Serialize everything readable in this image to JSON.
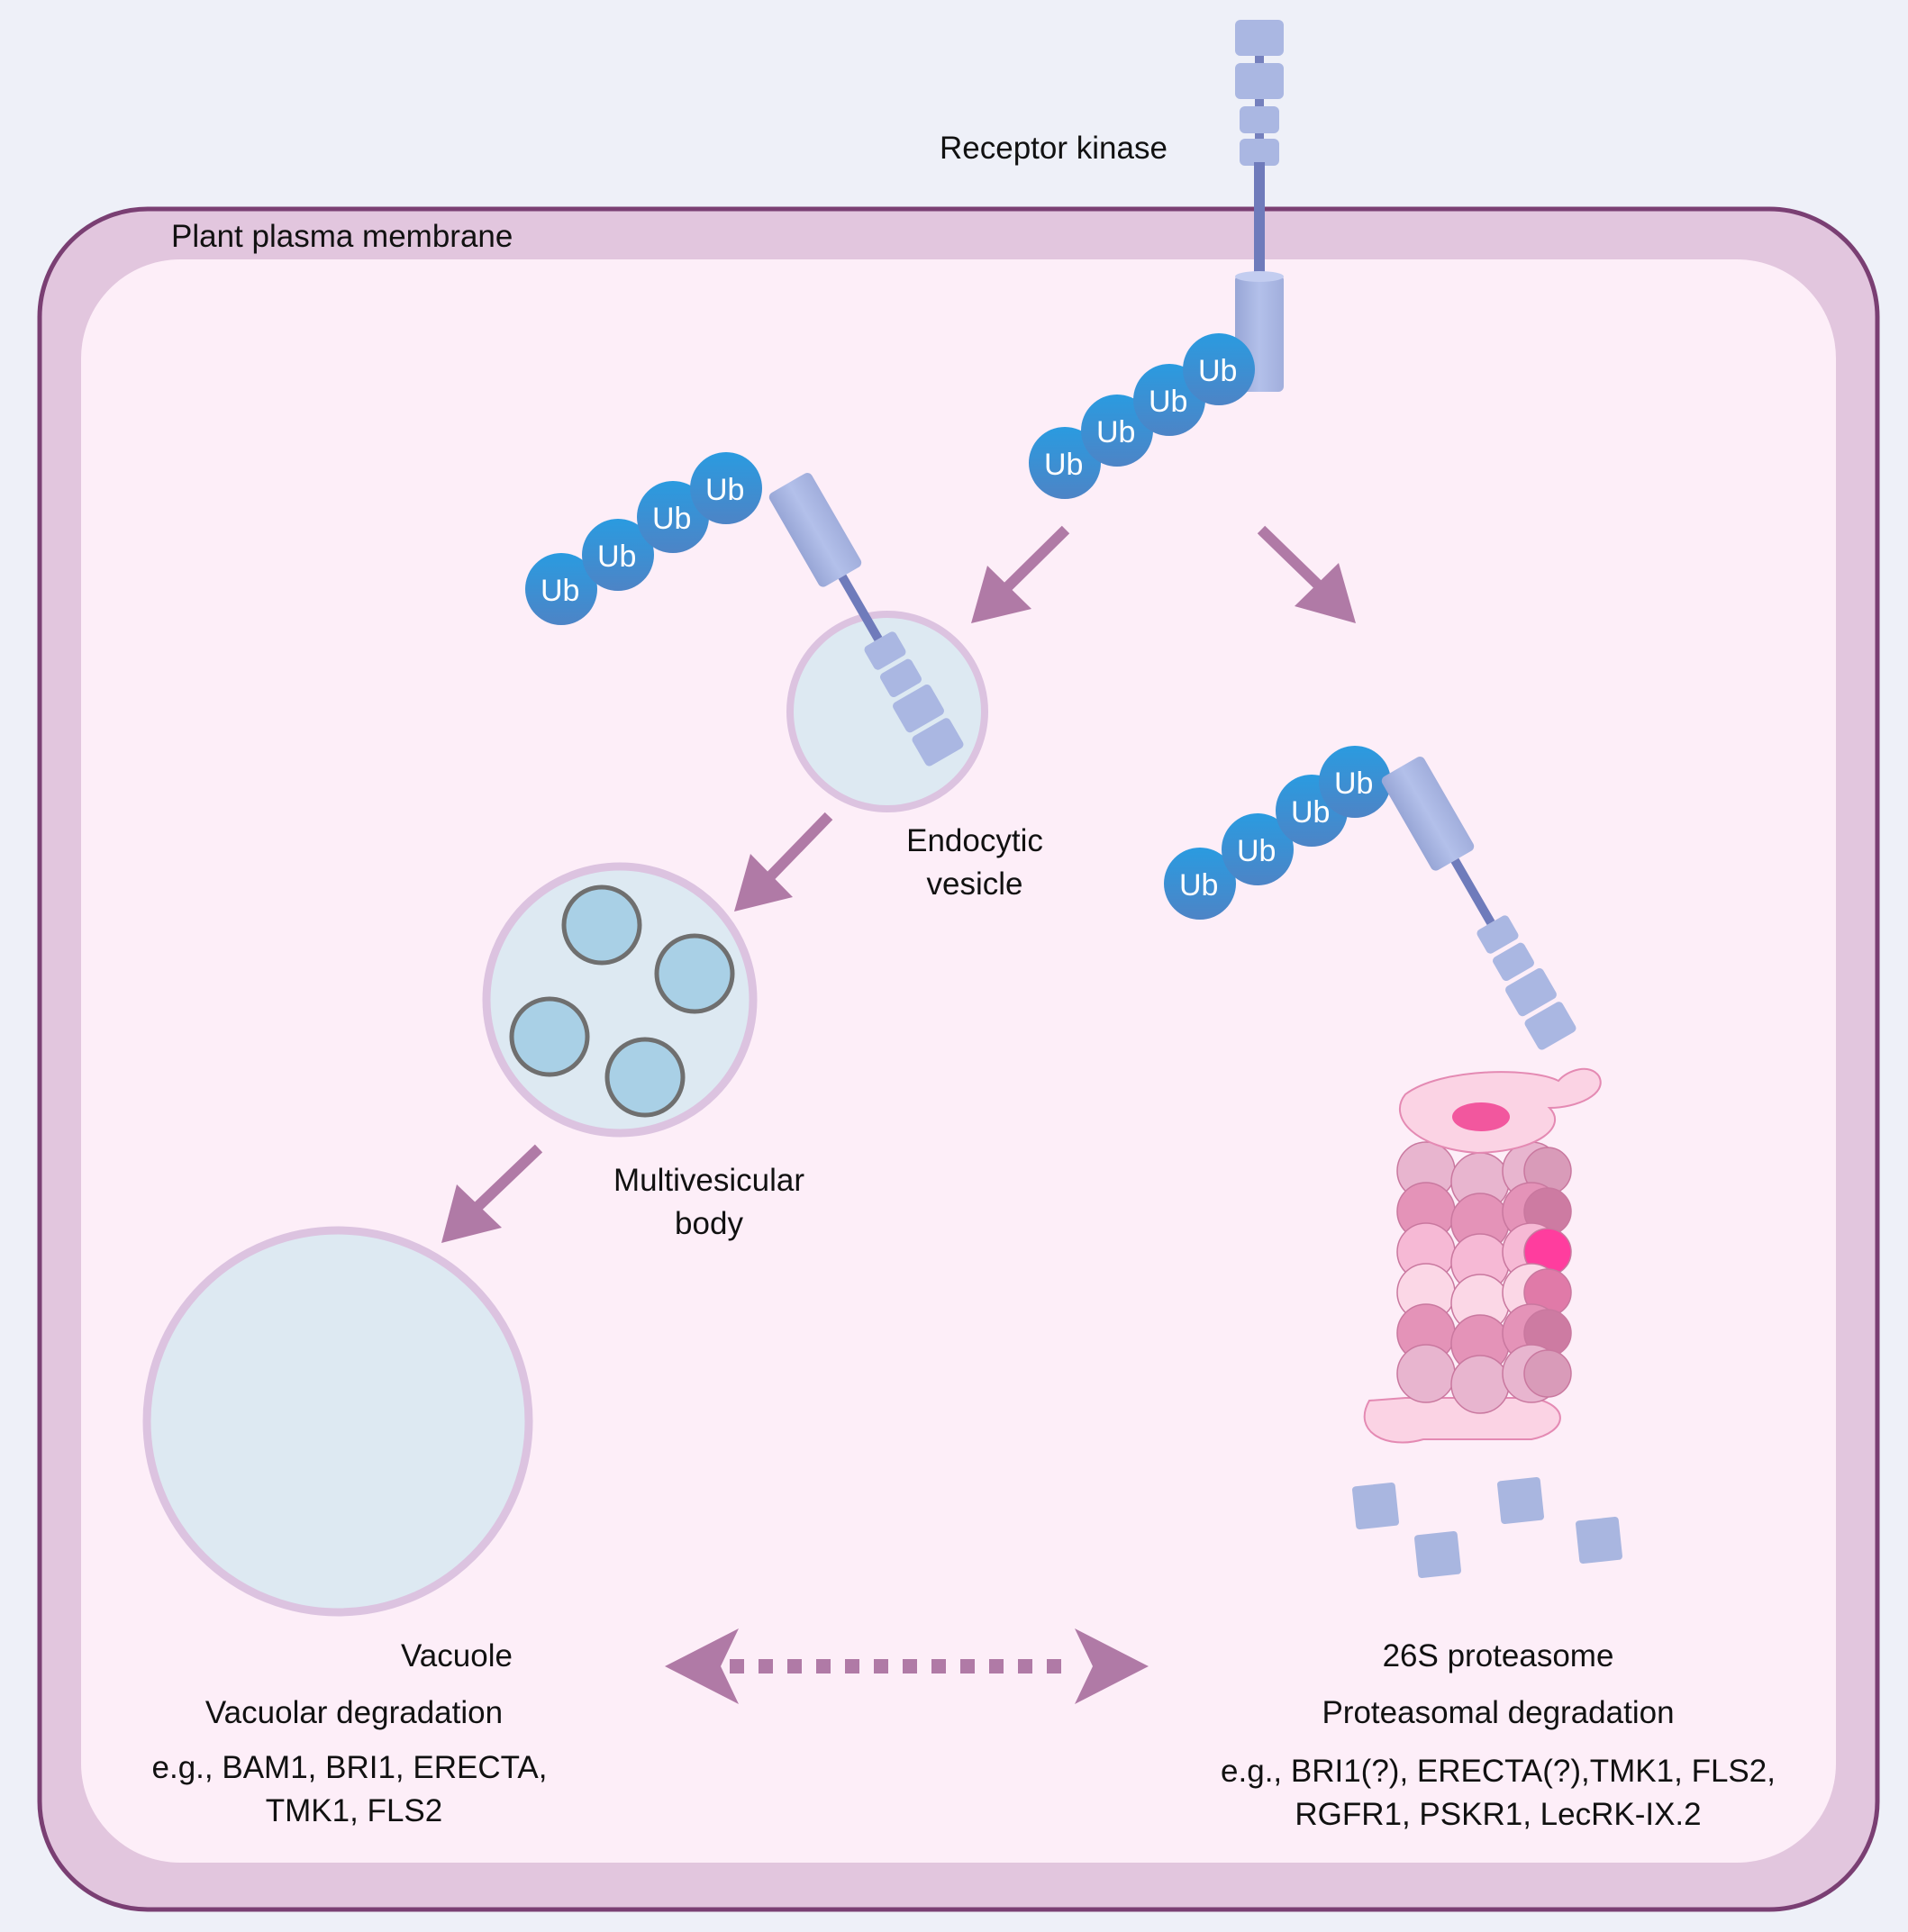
{
  "labels": {
    "receptor_kinase": "Receptor kinase",
    "plasma_membrane": "Plant plasma membrane",
    "endocytic_vesicle": [
      "Endocytic",
      "vesicle"
    ],
    "multivesicular_body": [
      "Multivesicular",
      "body"
    ],
    "vacuole": "Vacuole",
    "vacuolar_degradation": "Vacuolar degradation",
    "vacuolar_examples": [
      "e.g., BAM1, BRI1, ERECTA,",
      "TMK1, FLS2"
    ],
    "proteasome": "26S proteasome",
    "proteasomal_degradation": "Proteasomal degradation",
    "proteasomal_examples": [
      "e.g., BRI1(?), ERECTA(?),TMK1, FLS2,",
      "RGFR1, PSKR1, LecRK-IX.2"
    ]
  },
  "ubiquitin_label": "Ub",
  "colors": {
    "membrane_outer": "#7a3f73",
    "membrane_fill": "#e2c6de",
    "cytoplasm": "#fdeef8",
    "arrow": "#b07aa6",
    "ubiquitin": "#2f8fd6",
    "receptor": "#a9b6e0",
    "vesicle_fill": "#dde9f2",
    "vesicle_ring": "#dcc3e0",
    "proteasome": "#f0a9c9"
  }
}
